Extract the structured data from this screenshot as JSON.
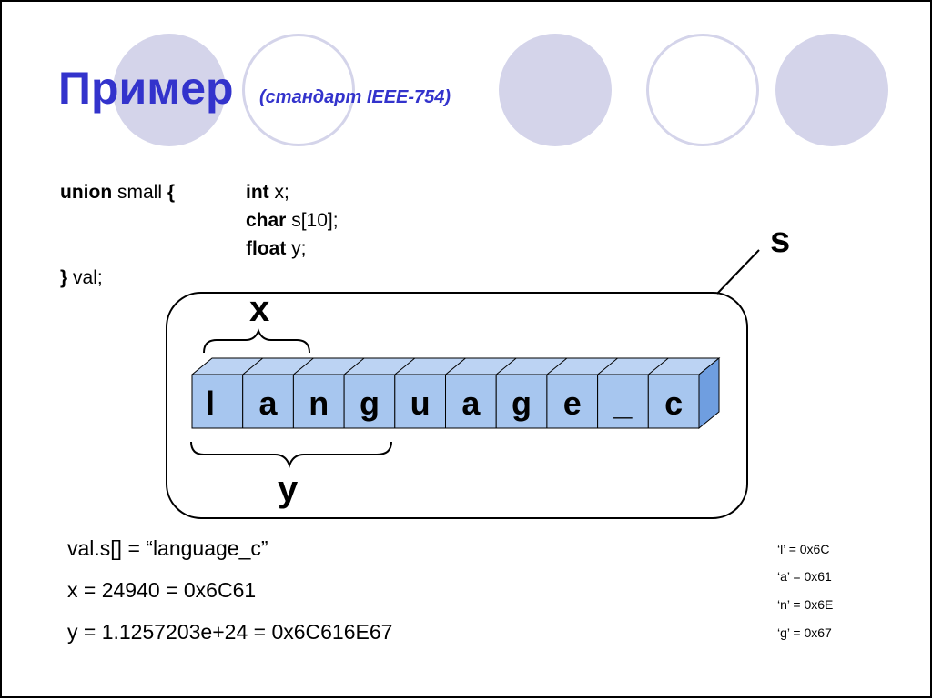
{
  "title": "Пример",
  "subtitle": "(стандарт IEEE-754)",
  "code": {
    "line1_kw": "union",
    "line1_rest": " small ",
    "line1_brace": "{",
    "field1_type": "int",
    "field1_name": " x;",
    "field2_type": "char",
    "field2_name": " s[10];",
    "field3_type": "float",
    "field3_name": " y;",
    "close_brace": "}",
    "close_rest": " val;"
  },
  "diagram": {
    "cells": [
      "l",
      "a",
      "n",
      "g",
      "u",
      "a",
      "g",
      "e",
      "_",
      "c"
    ],
    "label_x": "x",
    "label_y": "y",
    "label_s": "s"
  },
  "equations": {
    "line1": "val.s[] = “language_c”",
    "line2": "x = 24940 = 0x6C61",
    "line3": "y = 1.1257203e+24 = 0x6C616E67"
  },
  "codes": {
    "l": "‘l’ = 0x6C",
    "a": "‘a’ = 0x61",
    "n": "‘n’ = 0x6E",
    "g": "‘g’ = 0x67"
  },
  "colors": {
    "title": "#3333cc",
    "circle": "#d4d4ea",
    "cell_front": "#a7c6ef",
    "cell_top": "#bcd3f3",
    "cell_side": "#6f9ee0"
  }
}
